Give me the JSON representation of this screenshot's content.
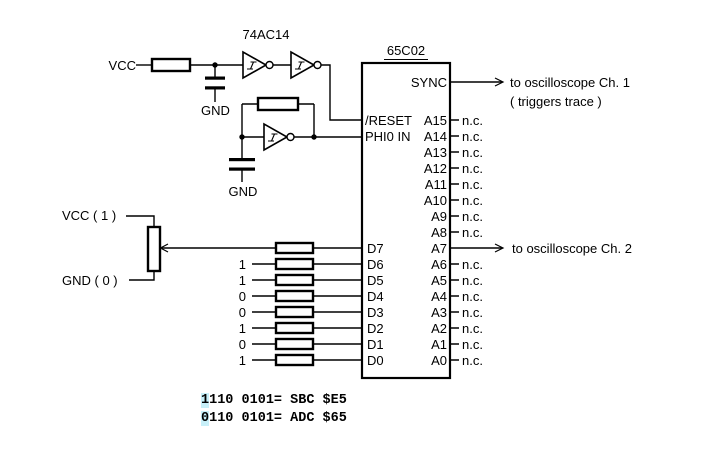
{
  "labels": {
    "inverter_ic": "74AC14",
    "cpu": "65C02",
    "vcc": "VCC",
    "gnd_reset": "GND",
    "gnd_osc": "GND",
    "vcc_one": "VCC ( 1 )",
    "gnd_zero": "GND ( 0 )"
  },
  "cpu_pins": {
    "sync": "SYNC",
    "reset": "/RESET",
    "phi0_in": "PHI0 IN",
    "data": [
      "D7",
      "D6",
      "D5",
      "D4",
      "D3",
      "D2",
      "D1",
      "D0"
    ],
    "address": [
      "A15",
      "A14",
      "A13",
      "A12",
      "A11",
      "A10",
      "A9",
      "A8",
      "A7",
      "A6",
      "A5",
      "A4",
      "A3",
      "A2",
      "A1",
      "A0"
    ],
    "not_connected": "n.c."
  },
  "data_bits": [
    "1",
    "1",
    "0",
    "0",
    "1",
    "0",
    "1"
  ],
  "outputs": {
    "ch1": "to oscilloscope Ch. 1",
    "ch1_note": "( triggers trace )",
    "ch2": "to oscilloscope Ch. 2"
  },
  "equations": [
    {
      "highlight": "1",
      "rest": "110 0101= SBC $E5"
    },
    {
      "highlight": "0",
      "rest": "110 0101= ADC $65"
    }
  ],
  "colors": {
    "line": "#000000",
    "background": "#ffffff",
    "bit_highlight": "#c7eff8"
  }
}
